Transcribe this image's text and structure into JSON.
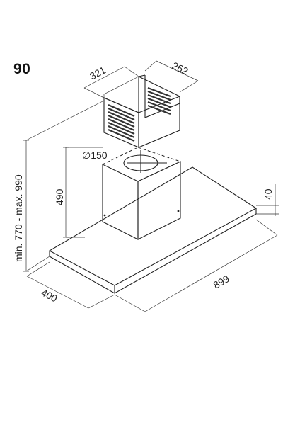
{
  "model": "90",
  "dimensions": {
    "chimney_depth": "321",
    "chimney_width": "262",
    "duct_diameter": "∅150",
    "chimney_height": "490",
    "total_height": "min. 770 - max. 990",
    "canopy_thickness": "40",
    "canopy_depth": "400",
    "canopy_width": "899"
  },
  "colors": {
    "line": "#222222",
    "vent_slots": "#333333"
  }
}
